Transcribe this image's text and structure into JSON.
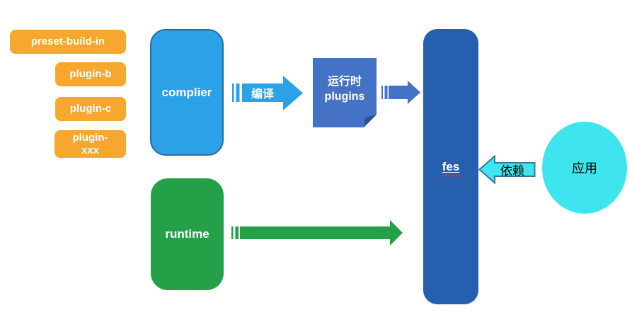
{
  "colors": {
    "orange": "#F7A62E",
    "light_blue": "#2BA2E8",
    "medium_blue": "#4472C4",
    "medium_blue_shade": "#2F528F",
    "dark_blue": "#275FAF",
    "green": "#24A148",
    "cyan": "#3FE5EE",
    "cyan_arrow_border": "#41719C",
    "complier_border": "#2D6A9F",
    "spellcheck_red": "#E0391F"
  },
  "nodes": {
    "plugin_badges": [
      "preset-build-in",
      "plugin-b",
      "plugin-c",
      "plugin-\nxxx"
    ],
    "complier_label": "complier",
    "runtime_label": "runtime",
    "runtime_plugins_line1": "运行时",
    "runtime_plugins_line2": "plugins",
    "fes_label": "fes",
    "app_label": "应用"
  },
  "arrows": {
    "compile_label": "编译",
    "depends_label": "依赖"
  }
}
